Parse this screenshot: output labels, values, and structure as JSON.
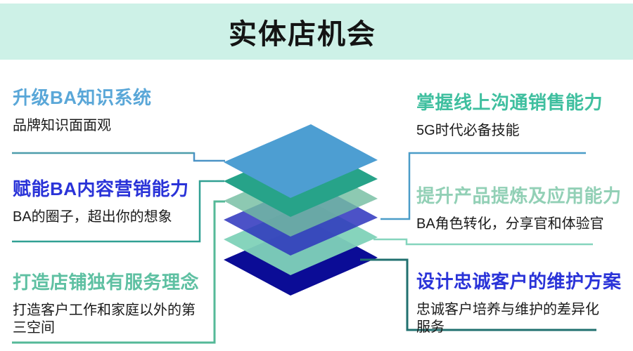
{
  "title": "实体店机会",
  "colors": {
    "banner_bg": "#cdf1e7",
    "page_bg": "#ffffff",
    "subtitle_text": "#1b1b1b",
    "title_text": "#141414"
  },
  "items": {
    "left": [
      {
        "title": "升级BA知识系统",
        "subtitle": "品牌知识面面观",
        "title_color": "#5aa7d8"
      },
      {
        "title": "赋能BA内容营销能力",
        "subtitle": "BA的圈子，超出你的想象",
        "title_color": "#2a33d8"
      },
      {
        "title": "打造店铺独有服务理念",
        "subtitle": "打造客户工作和家庭以外的第三空间",
        "title_color": "#5ec0a2"
      }
    ],
    "right": [
      {
        "title": "掌握线上沟通销售能力",
        "subtitle": "5G时代必备技能",
        "title_color": "#3fbf9f"
      },
      {
        "title": "提升产品提炼及应用能力",
        "subtitle": "BA角色转化，分享官和体验官",
        "title_color": "#92d0b6"
      },
      {
        "title": "设计忠诚客户的维护方案",
        "subtitle": "忠诚客户培养与维护的差异化服务",
        "title_color": "#2a33d8"
      }
    ]
  },
  "stack": {
    "layers": [
      {
        "name": "layer-1-top",
        "color": "#4d9ed2"
      },
      {
        "name": "layer-2",
        "color": "#27a389"
      },
      {
        "name": "layer-3",
        "color": "#74bda1"
      },
      {
        "name": "layer-4",
        "color": "#2d34bd"
      },
      {
        "name": "layer-5",
        "color": "#7fd2b8"
      },
      {
        "name": "layer-6-bottom",
        "color": "#0b0c96"
      }
    ]
  },
  "connectors": {
    "left1_a": "#4d9cab",
    "left1_b": "#4b93c6",
    "left2": "#31a093",
    "left3": "#55b998",
    "right1": "#4a9cc8",
    "right2": "#85d5bd",
    "right3": "#20706f"
  }
}
